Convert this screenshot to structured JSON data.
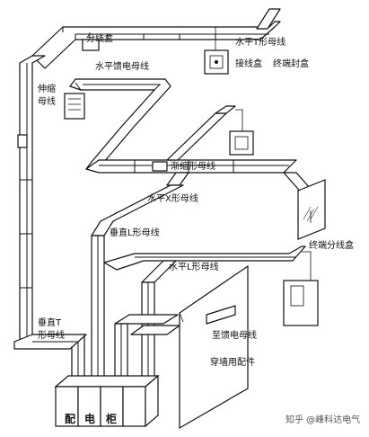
{
  "diagram": {
    "labels": {
      "junction_box": "分线盒",
      "horizontal_t": "水平T形母线",
      "horizontal_feeder": "水平馈电母线",
      "terminal_box": "接线盒",
      "end_cap": "终端封盒",
      "expansion": "伸缩",
      "busway": "母线",
      "reducer": "渐缩形母线",
      "horizontal_x": "水平X形母线",
      "vertical_l": "垂直L形母线",
      "end_tap_box": "终端分线盒",
      "horizontal_l": "水平L形母线",
      "vertical_t_1": "垂直T",
      "vertical_t_2": "形母线",
      "to_feeder": "至馈电母线",
      "wall_fitting": "穿墙用配件",
      "cabinet_1": "配",
      "cabinet_2": "电",
      "cabinet_3": "柜"
    },
    "watermark": "知乎 @峰科达电气"
  }
}
